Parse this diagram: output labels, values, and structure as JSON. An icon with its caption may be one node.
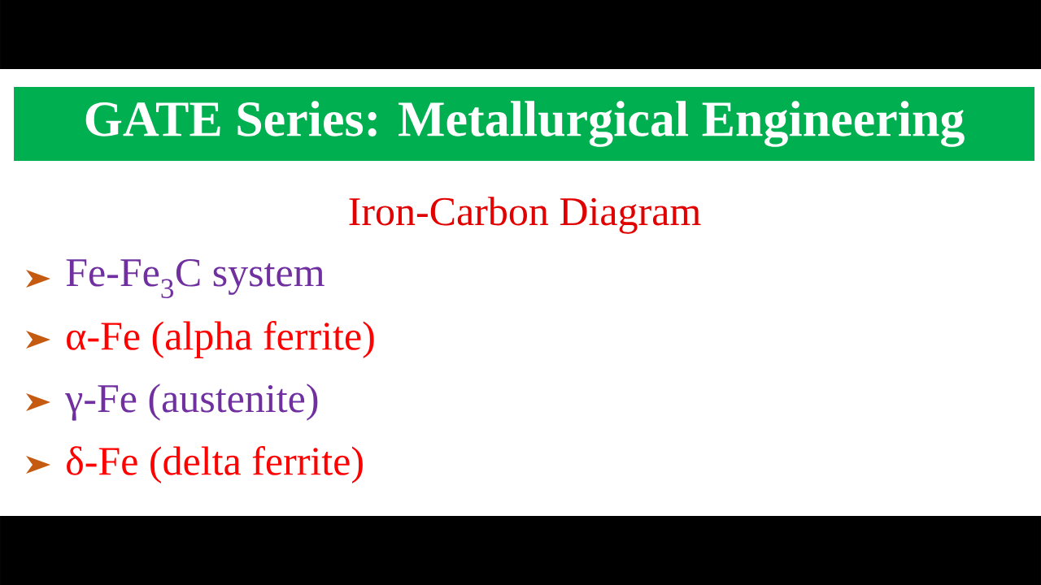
{
  "diagram": {
    "title": "GATE Series: Metallurgical Engineering",
    "labels": [
      "Iron-Carbon Diagram",
      "Fe-Fe$_{3}$C system",
      "α-Fe (alpha ferrite)",
      "γ-Fe (austenite)",
      "δ-Fe (delta ferrite)"
    ]
  }
}
